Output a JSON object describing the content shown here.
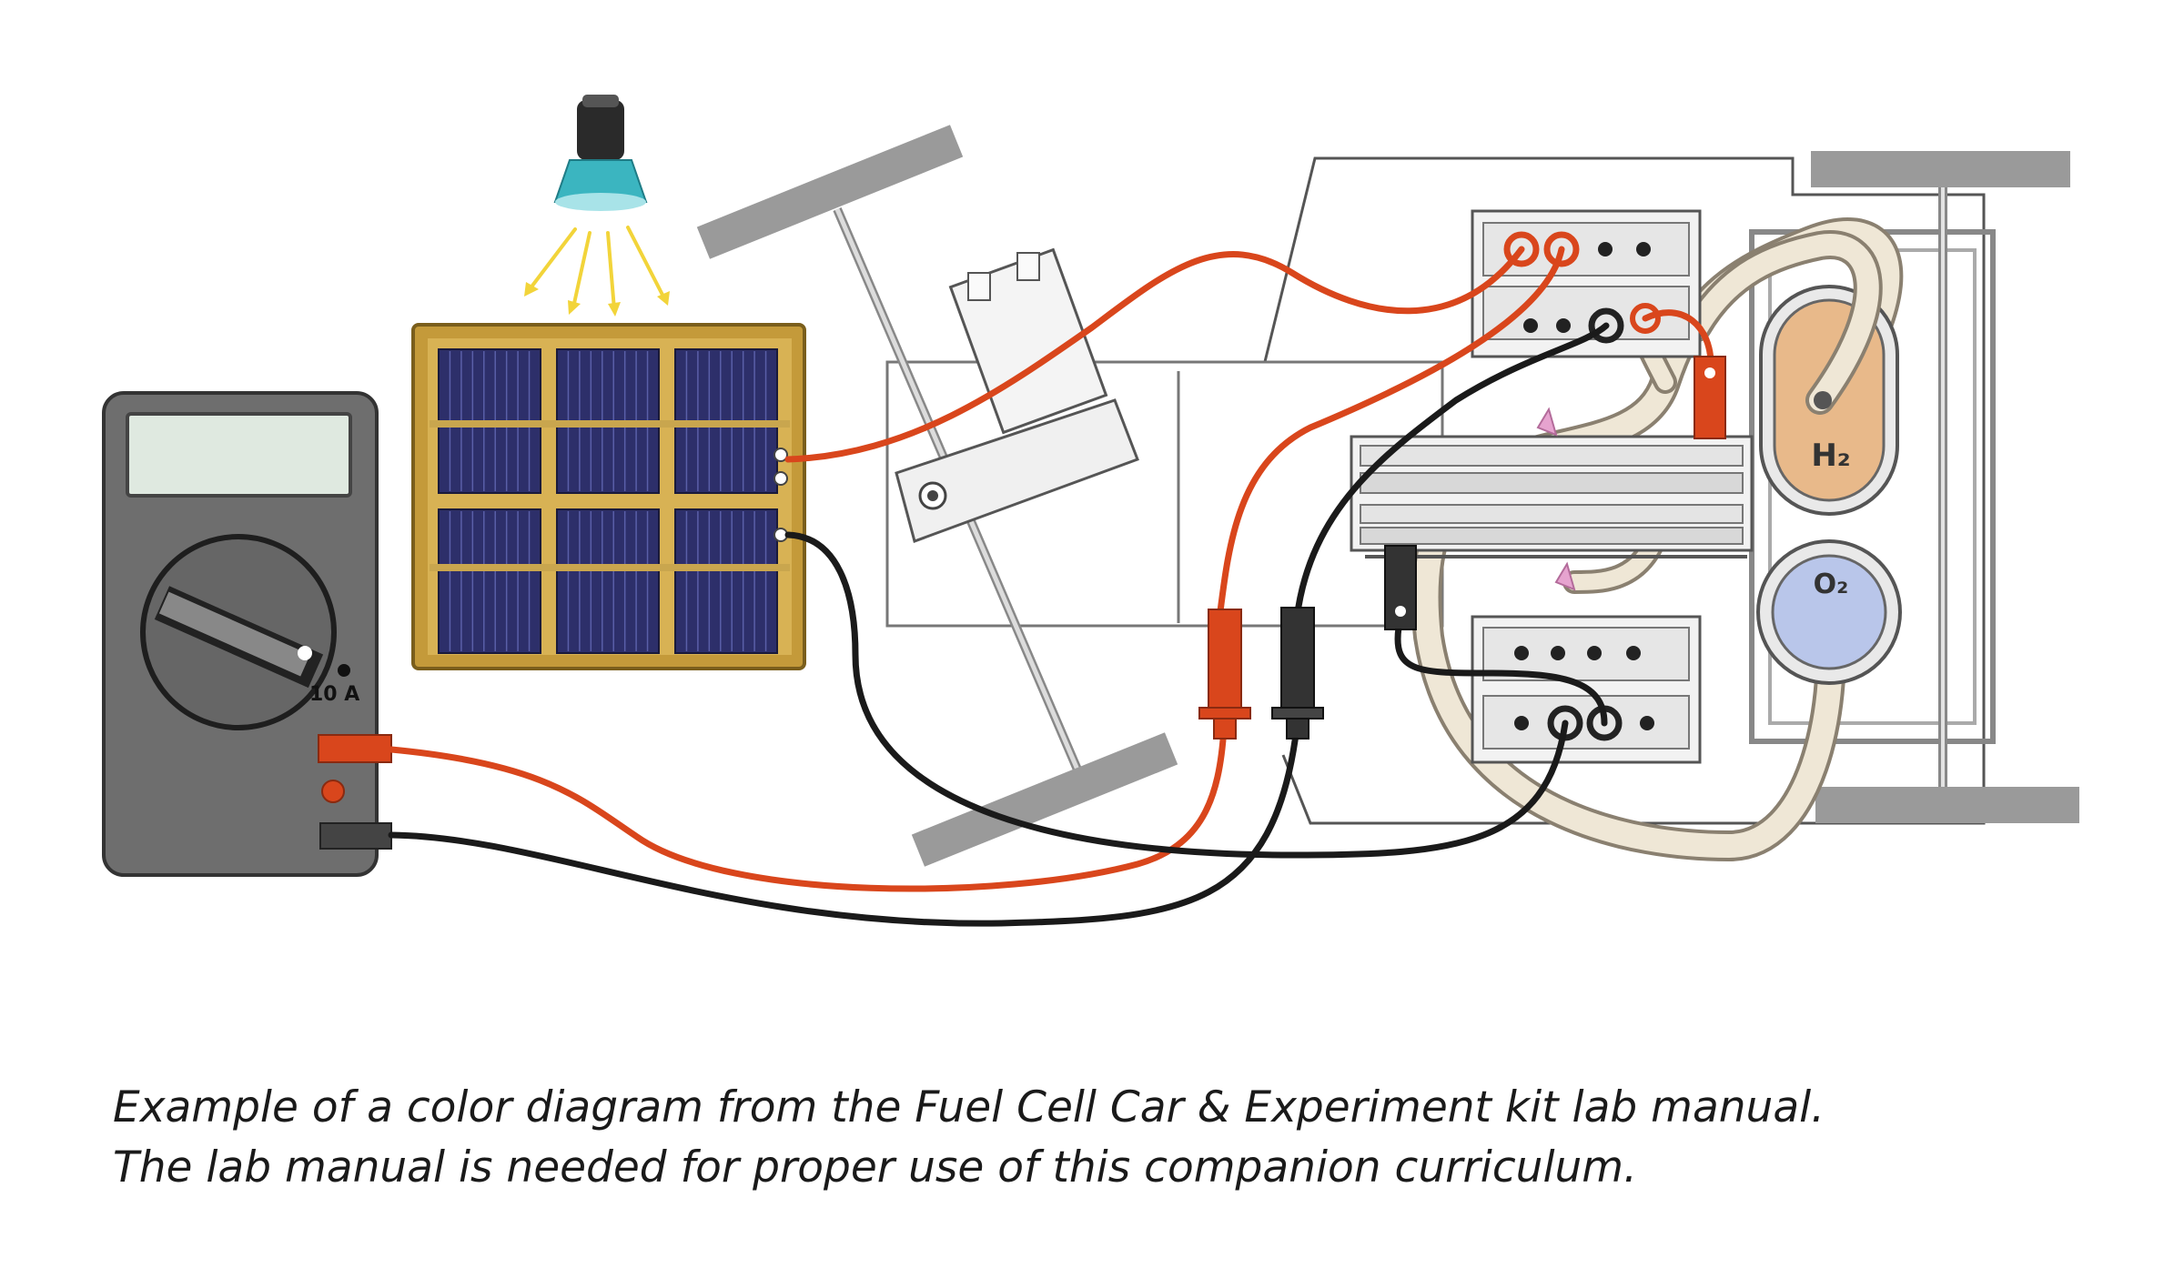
{
  "diagram": {
    "multimeter": {
      "range_label": "10 A"
    },
    "tanks": {
      "hydrogen": {
        "label": "H₂",
        "color": "#e8b98a"
      },
      "oxygen": {
        "label": "O₂",
        "color": "#b9c6ea"
      }
    },
    "colors": {
      "red_wire": "#d9461c",
      "black_wire": "#1a1a1a",
      "tube": "#efe7d6",
      "chassis": "#555555",
      "axle": "#9a9a9a",
      "panel_frame": "#c49a3a",
      "solar_cell": "#2d2f6a",
      "multimeter_body": "#6e6e6e",
      "display": "#dfe9e0",
      "lamp": "#3bb5c0",
      "light_ray": "#f2d43a"
    }
  },
  "caption": {
    "line1": "Example of a color diagram from the Fuel Cell Car & Experiment kit lab manual.",
    "line2": "The lab manual is needed for proper use of this companion curriculum."
  }
}
